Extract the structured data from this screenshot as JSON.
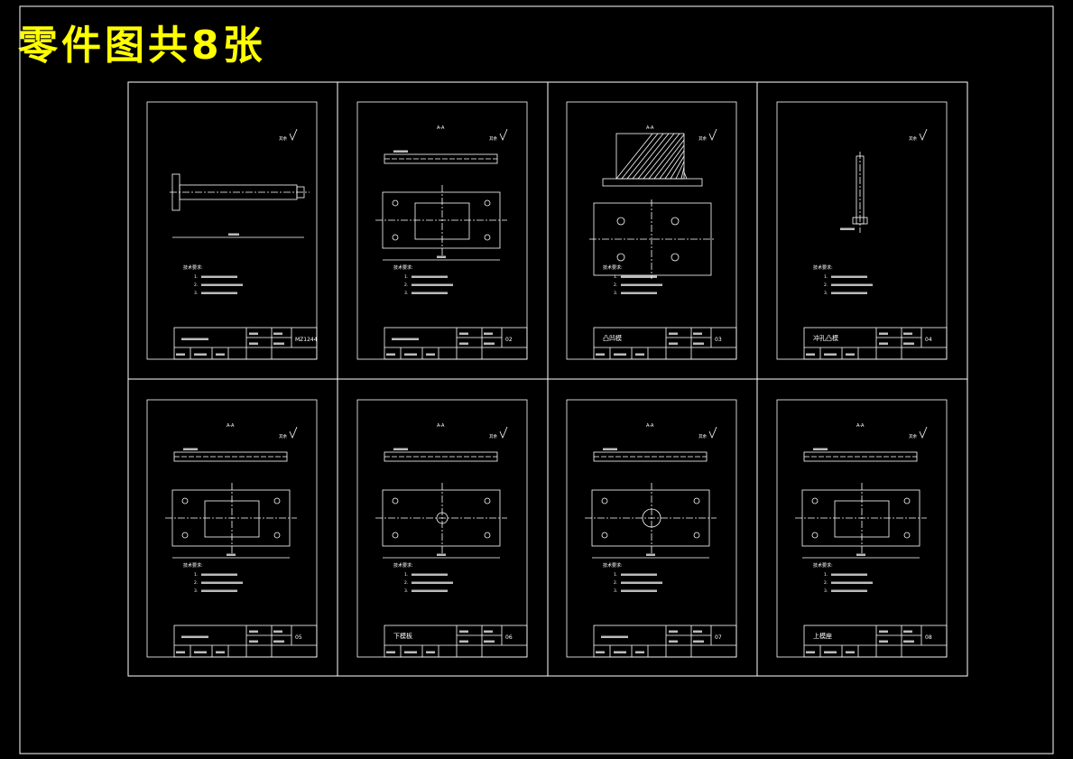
{
  "header": {
    "title": "零件图共8张"
  },
  "colors": {
    "background": "#000000",
    "lines": "#ffffff",
    "title": "#ffff00"
  },
  "sheets": [
    {
      "id": "01",
      "name": "",
      "drawing_no": "MZ1244",
      "view_label": "",
      "notes_title": "技术要求"
    },
    {
      "id": "02",
      "name": "",
      "drawing_no": "02",
      "view_label": "A-A",
      "notes_title": "技术要求"
    },
    {
      "id": "03",
      "name": "凸凹模",
      "drawing_no": "03",
      "view_label": "A-A",
      "notes_title": "技术要求"
    },
    {
      "id": "04",
      "name": "冲孔凸模",
      "drawing_no": "04",
      "view_label": "",
      "notes_title": "技术要求"
    },
    {
      "id": "05",
      "name": "",
      "drawing_no": "05",
      "view_label": "A-A",
      "notes_title": "技术要求"
    },
    {
      "id": "06",
      "name": "下模板",
      "drawing_no": "06",
      "view_label": "A-A",
      "notes_title": "技术要求"
    },
    {
      "id": "07",
      "name": "",
      "drawing_no": "07",
      "view_label": "A-A",
      "notes_title": "技术要求"
    },
    {
      "id": "08",
      "name": "上模座",
      "drawing_no": "08",
      "view_label": "A-A",
      "notes_title": "技术要求"
    }
  ]
}
